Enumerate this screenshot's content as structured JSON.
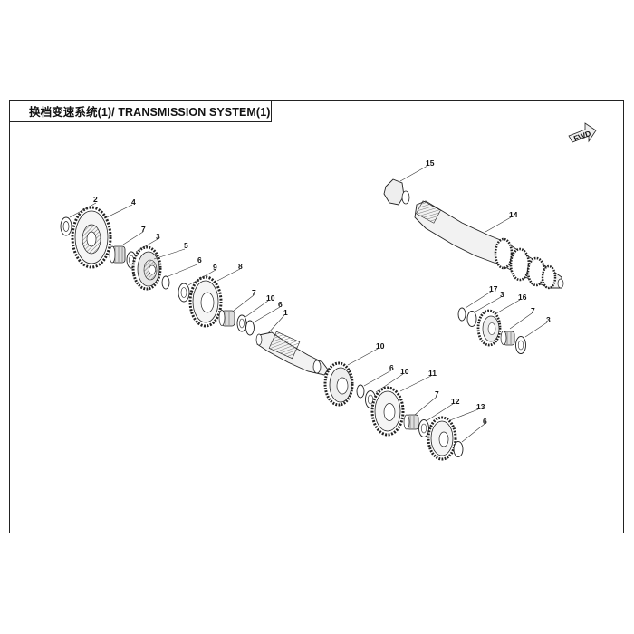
{
  "title": "换档变速系统(1)/ TRANSMISSION SYSTEM(1)",
  "fwd_label": "FWD",
  "callouts": [
    {
      "id": "1",
      "label": "1"
    },
    {
      "id": "2",
      "label": "2"
    },
    {
      "id": "3a",
      "label": "3"
    },
    {
      "id": "3b",
      "label": "3"
    },
    {
      "id": "3c",
      "label": "3"
    },
    {
      "id": "4",
      "label": "4"
    },
    {
      "id": "5",
      "label": "5"
    },
    {
      "id": "6a",
      "label": "6"
    },
    {
      "id": "6b",
      "label": "6"
    },
    {
      "id": "6c",
      "label": "6"
    },
    {
      "id": "6d",
      "label": "6"
    },
    {
      "id": "7a",
      "label": "7"
    },
    {
      "id": "7b",
      "label": "7"
    },
    {
      "id": "7c",
      "label": "7"
    },
    {
      "id": "7d",
      "label": "7"
    },
    {
      "id": "8",
      "label": "8"
    },
    {
      "id": "9",
      "label": "9"
    },
    {
      "id": "10a",
      "label": "10"
    },
    {
      "id": "10b",
      "label": "10"
    },
    {
      "id": "10c",
      "label": "10"
    },
    {
      "id": "11",
      "label": "11"
    },
    {
      "id": "12",
      "label": "12"
    },
    {
      "id": "13",
      "label": "13"
    },
    {
      "id": "14",
      "label": "14"
    },
    {
      "id": "15",
      "label": "15"
    },
    {
      "id": "16",
      "label": "16"
    },
    {
      "id": "17",
      "label": "17"
    }
  ]
}
